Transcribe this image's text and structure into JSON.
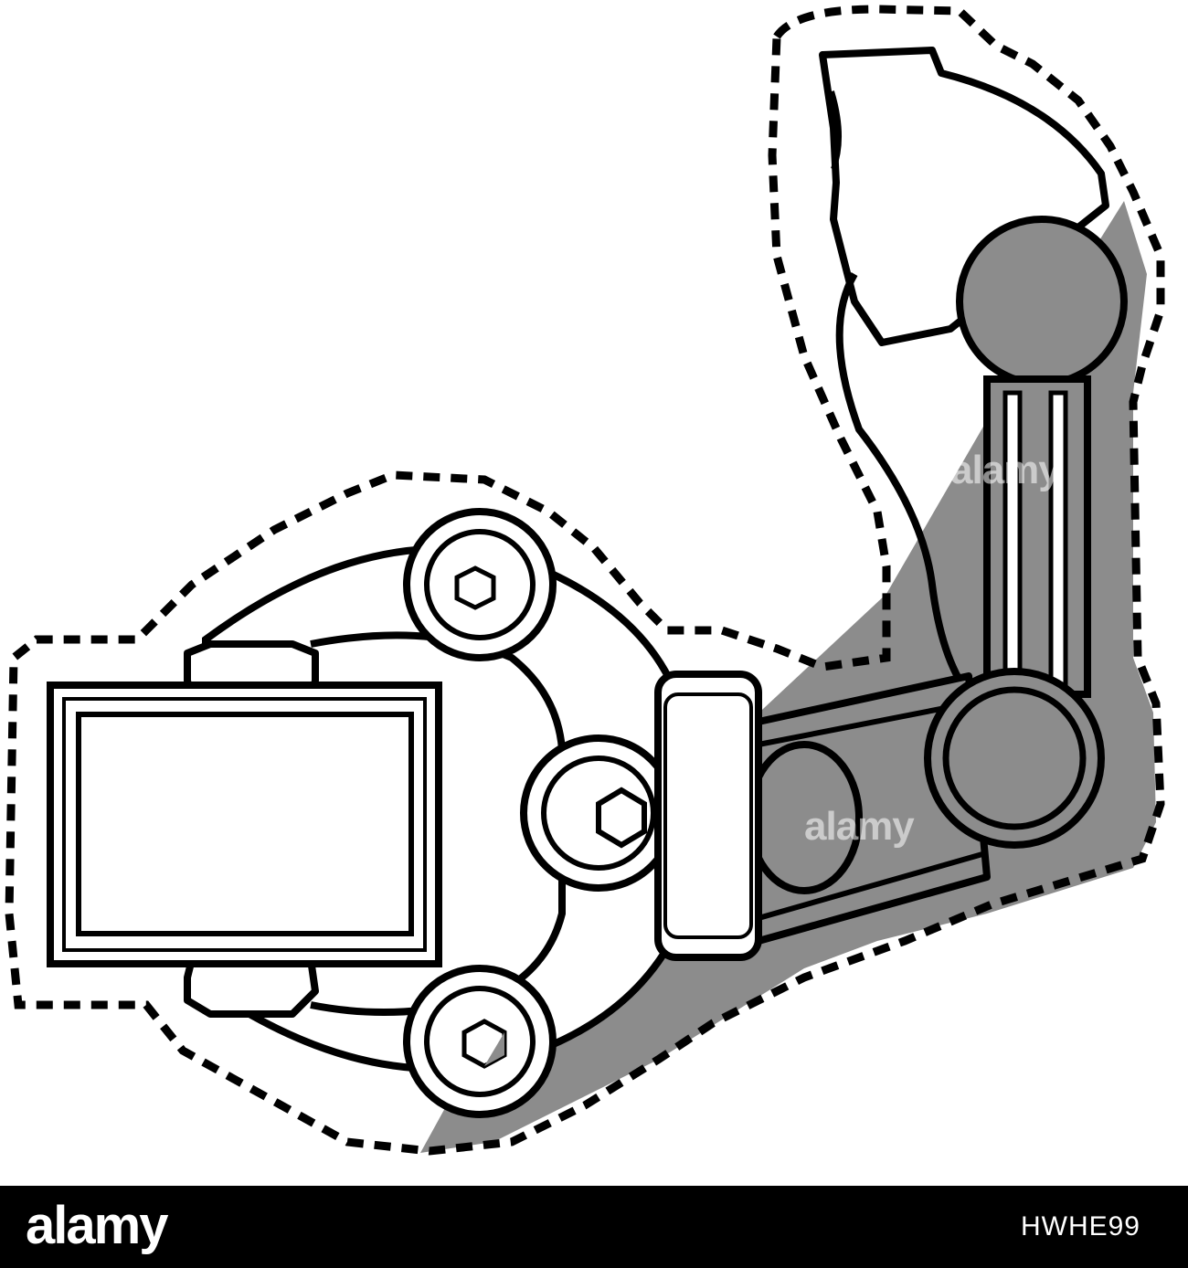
{
  "colors": {
    "background": "#ffffff",
    "ink": "#000000",
    "shadow": "#8c8c8c",
    "footer": "#000000"
  },
  "watermark": {
    "text": "alamy"
  },
  "footer": {
    "logo": "alamy",
    "image_id": "HWHE99"
  }
}
